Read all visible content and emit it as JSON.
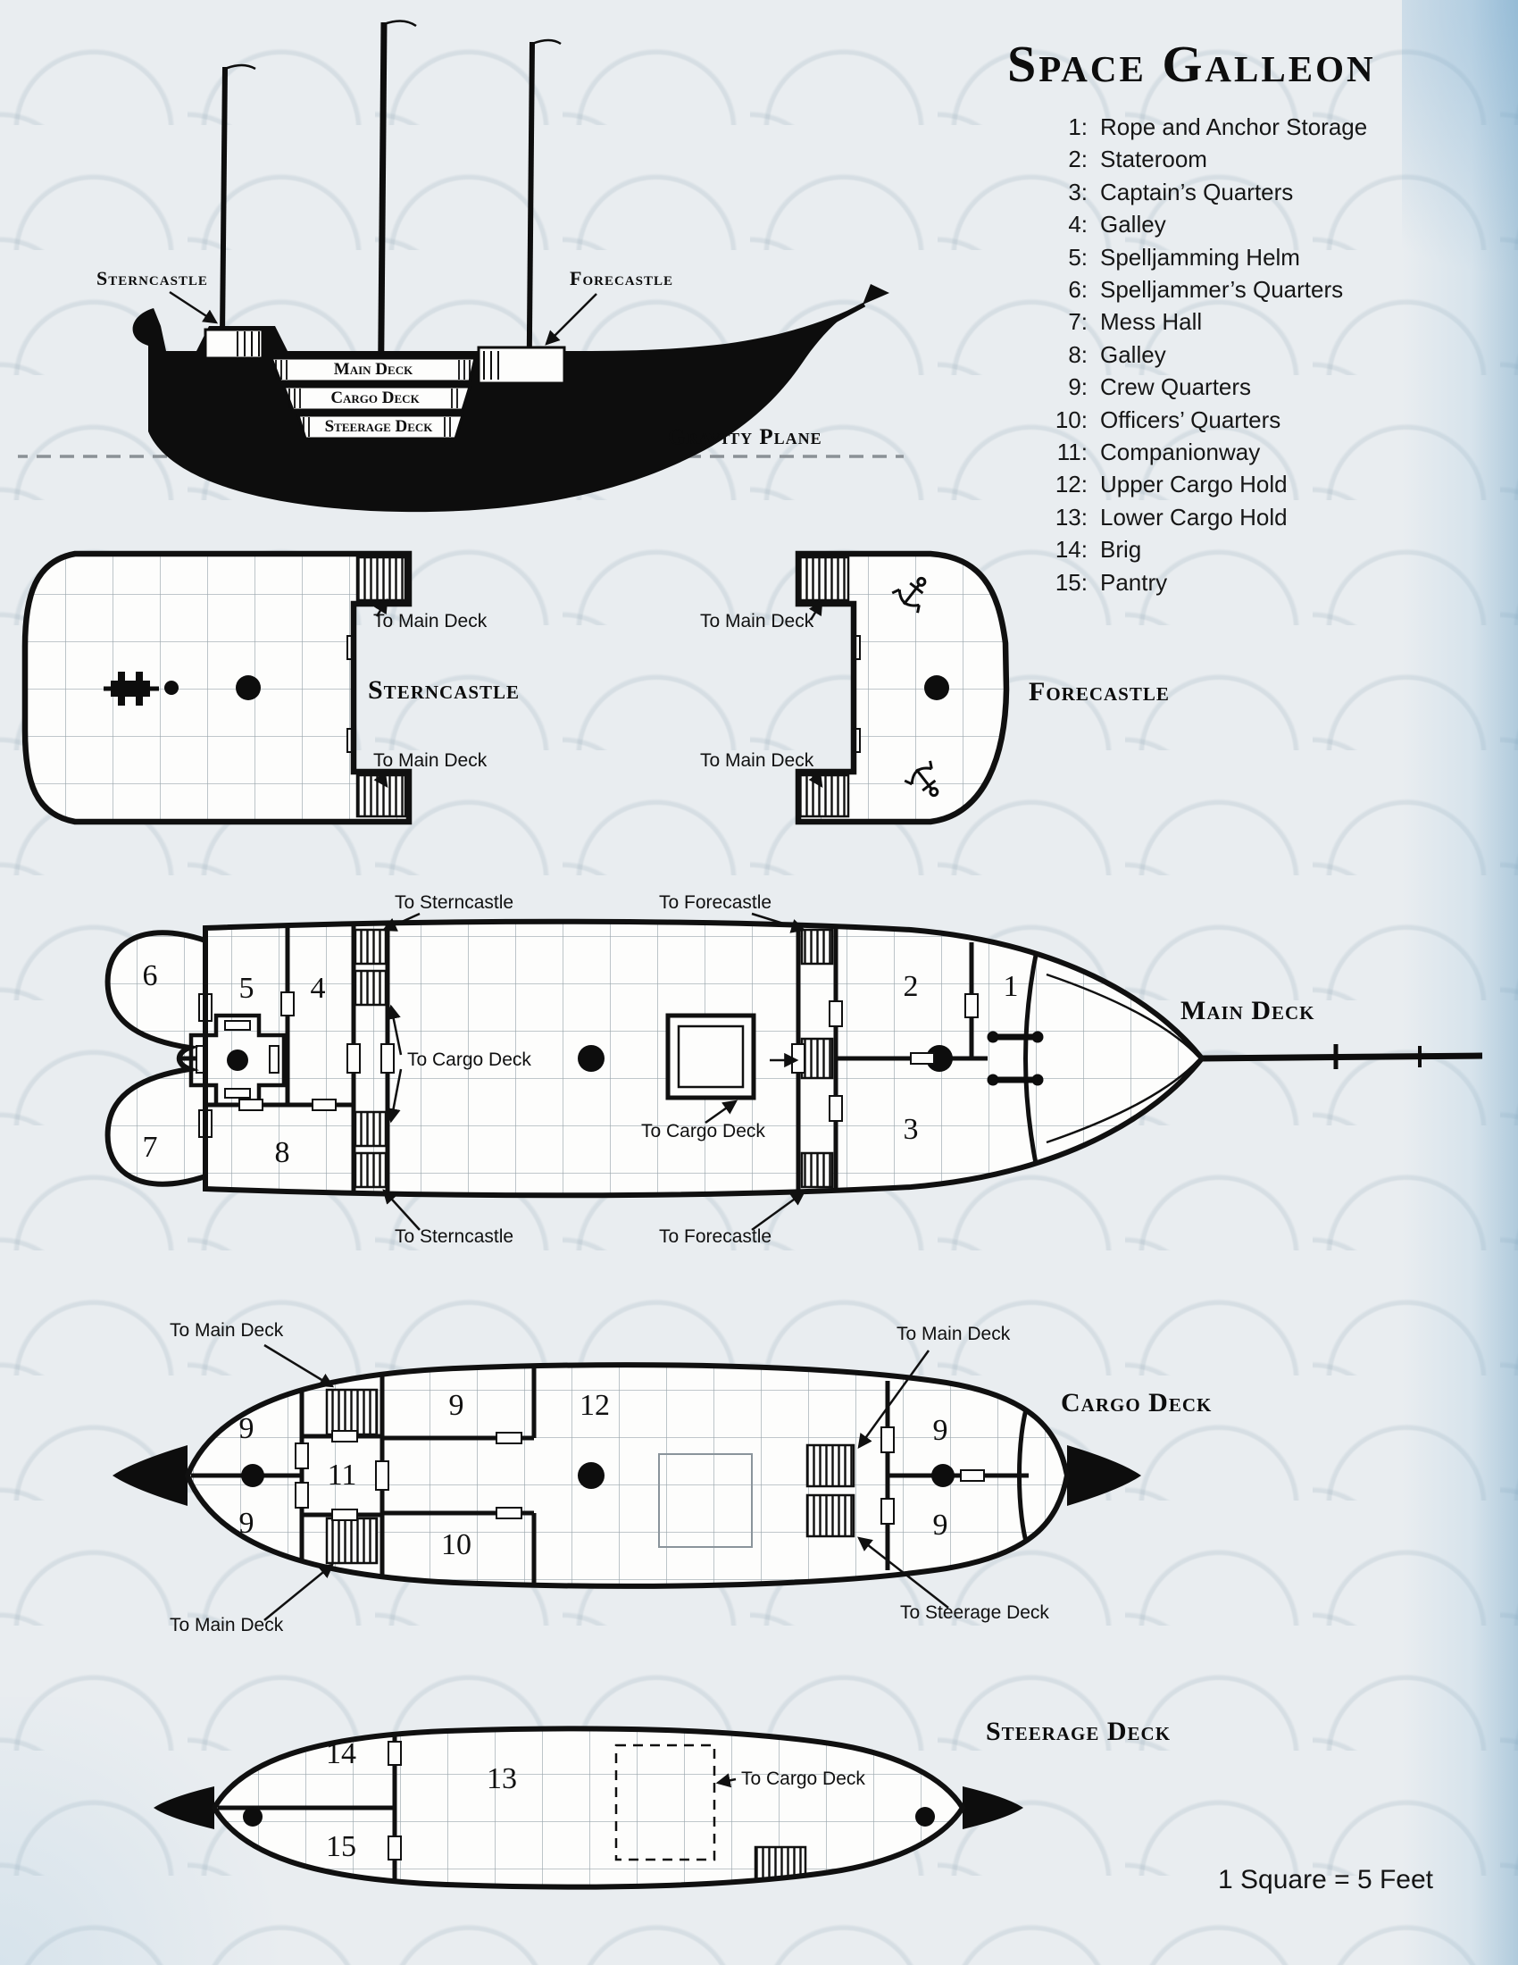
{
  "title": "Space Galleon",
  "legend": {
    "items": [
      {
        "num": "1:",
        "label": "Rope and Anchor Storage"
      },
      {
        "num": "2:",
        "label": "Stateroom"
      },
      {
        "num": "3:",
        "label": "Captain’s Quarters"
      },
      {
        "num": "4:",
        "label": "Galley"
      },
      {
        "num": "5:",
        "label": "Spelljamming Helm"
      },
      {
        "num": "6:",
        "label": "Spelljammer’s Quarters"
      },
      {
        "num": "7:",
        "label": "Mess Hall"
      },
      {
        "num": "8:",
        "label": "Galley"
      },
      {
        "num": "9:",
        "label": "Crew Quarters"
      },
      {
        "num": "10:",
        "label": "Officers’ Quarters"
      },
      {
        "num": "11:",
        "label": "Companionway"
      },
      {
        "num": "12:",
        "label": "Upper Cargo Hold"
      },
      {
        "num": "13:",
        "label": "Lower Cargo Hold"
      },
      {
        "num": "14:",
        "label": "Brig"
      },
      {
        "num": "15:",
        "label": "Pantry"
      }
    ]
  },
  "side_view": {
    "sterncastle_label": "Sterncastle",
    "forecastle_label": "Forecastle",
    "main_deck_label": "Main Deck",
    "cargo_deck_label": "Cargo Deck",
    "steerage_deck_label": "Steerage Deck",
    "gravity_plane_label": "Gravity Plane"
  },
  "nav_labels": {
    "to_main_deck": "To Main Deck",
    "to_sterncastle": "To Sterncastle",
    "to_forecastle": "To Forecastle",
    "to_cargo_deck": "To Cargo Deck",
    "to_steerage_deck": "To Steerage Deck"
  },
  "decks": {
    "sterncastle": {
      "title": "Sterncastle"
    },
    "forecastle": {
      "title": "Forecastle"
    },
    "main": {
      "title": "Main Deck",
      "rooms": {
        "r1": "1",
        "r2": "2",
        "r3": "3",
        "r4": "4",
        "r5": "5",
        "r6": "6",
        "r7": "7",
        "r8": "8"
      }
    },
    "cargo": {
      "title": "Cargo Deck",
      "rooms": {
        "r9_tl": "9",
        "r9_bl": "9",
        "r11": "11",
        "r9_tc": "9",
        "r10": "10",
        "r12": "12",
        "r9_tr": "9",
        "r9_br": "9"
      }
    },
    "steerage": {
      "title": "Steerage Deck",
      "rooms": {
        "r14": "14",
        "r13": "13",
        "r15": "15"
      }
    }
  },
  "scale_note": "1 Square = 5 Feet",
  "colors": {
    "ink": "#101010",
    "paper": "#e9edf0",
    "accent_blue": "#9cc4de"
  }
}
